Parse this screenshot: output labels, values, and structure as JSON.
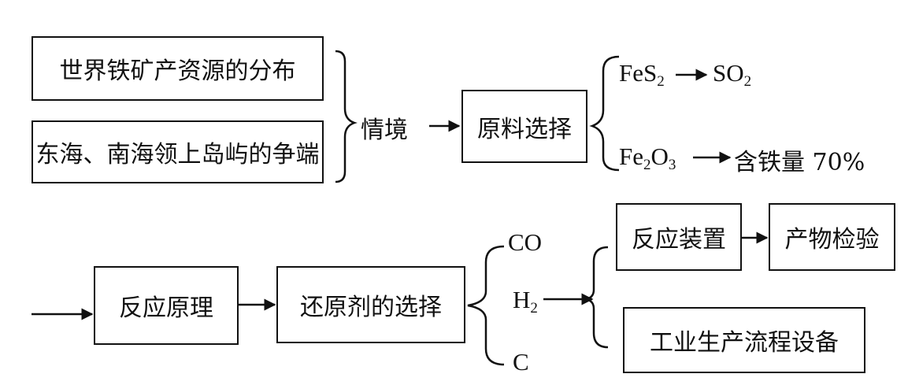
{
  "top": {
    "box1": "世界铁矿产资源的分布",
    "box2": "东海、南海领上岛屿的争端",
    "context": "情境",
    "raw_material": "原料选择",
    "branch1": {
      "formula_main": "FeS",
      "formula_sub": "2",
      "product_main": "SO",
      "product_sub": "2"
    },
    "branch2": {
      "formula_a": "Fe",
      "sub_a": "2",
      "formula_b": "O",
      "sub_b": "3",
      "result": "含铁量 70%"
    }
  },
  "bottom": {
    "principle": "反应原理",
    "reductant": "还原剂的选择",
    "co": "CO",
    "h2_main": "H",
    "h2_sub": "2",
    "c": "C",
    "device": "反应装置",
    "product_test": "产物检验",
    "industry": "工业生产流程设备"
  }
}
